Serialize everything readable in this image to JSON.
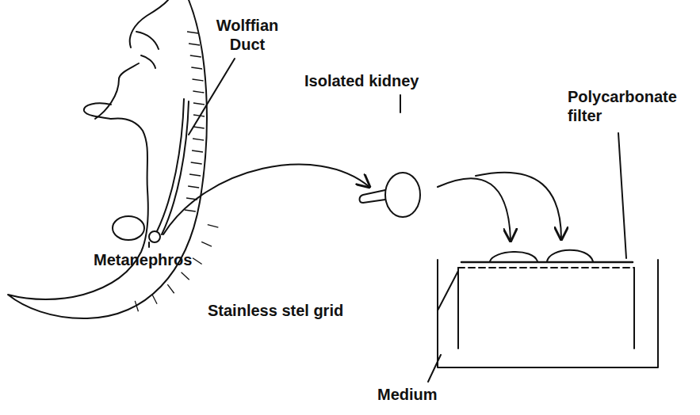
{
  "diagram": {
    "labels": [
      "Wolffian Duct",
      "Metanephros",
      "Isolated kidney",
      "Polycarbonate filter",
      "Stainless stel grid",
      "Medium"
    ]
  }
}
